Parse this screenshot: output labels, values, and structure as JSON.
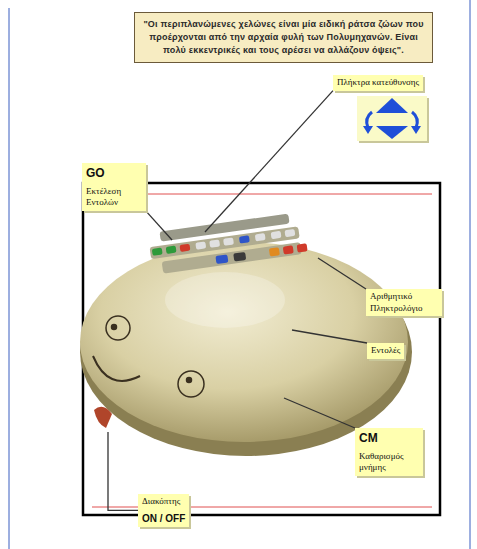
{
  "diagram": {
    "nodes": [
      {
        "text": [
          "\"Οι περιπλανώμενες χελώνες είναι μία ειδική ράτσα ζώων που προέρχονται από την αρχαία φυλή των Πολυμηχανών. Είναι πολύ εκκεντρικές και τους αρέσει να αλλάζουν όψεις\"."
        ]
      },
      {
        "text": [
          "Πλήκτρα κατεύθυνσης"
        ]
      },
      {
        "text": [
          "GO",
          "Εκτέλεση Εντολών"
        ]
      },
      {
        "text": [
          "Αριθμητικό Πληκτρολόγιο"
        ]
      },
      {
        "text": [
          "Εντολές"
        ]
      },
      {
        "text": [
          "CM",
          "Καθαρισμός μνήμης"
        ]
      },
      {
        "text": [
          "Διακόπτης",
          "ON / OFF"
        ]
      }
    ]
  }
}
